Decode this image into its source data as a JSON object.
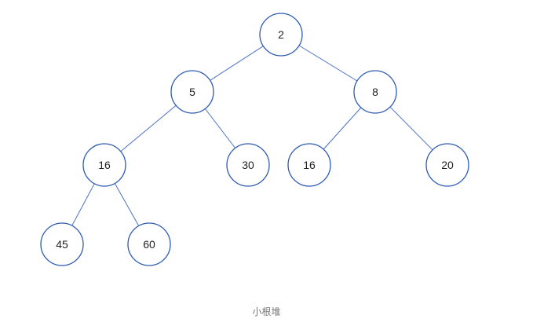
{
  "diagram": {
    "nodes": [
      {
        "id": "n0",
        "label": "2"
      },
      {
        "id": "n1",
        "label": "5"
      },
      {
        "id": "n2",
        "label": "8"
      },
      {
        "id": "n3",
        "label": "16"
      },
      {
        "id": "n4",
        "label": "30"
      },
      {
        "id": "n5",
        "label": "16"
      },
      {
        "id": "n6",
        "label": "20"
      },
      {
        "id": "n7",
        "label": "45"
      },
      {
        "id": "n8",
        "label": "60"
      }
    ],
    "edges": [
      {
        "from": "n0",
        "to": "n1"
      },
      {
        "from": "n0",
        "to": "n2"
      },
      {
        "from": "n1",
        "to": "n3"
      },
      {
        "from": "n1",
        "to": "n4"
      },
      {
        "from": "n2",
        "to": "n5"
      },
      {
        "from": "n2",
        "to": "n6"
      },
      {
        "from": "n3",
        "to": "n7"
      },
      {
        "from": "n3",
        "to": "n8"
      }
    ],
    "caption": "小根堆"
  }
}
